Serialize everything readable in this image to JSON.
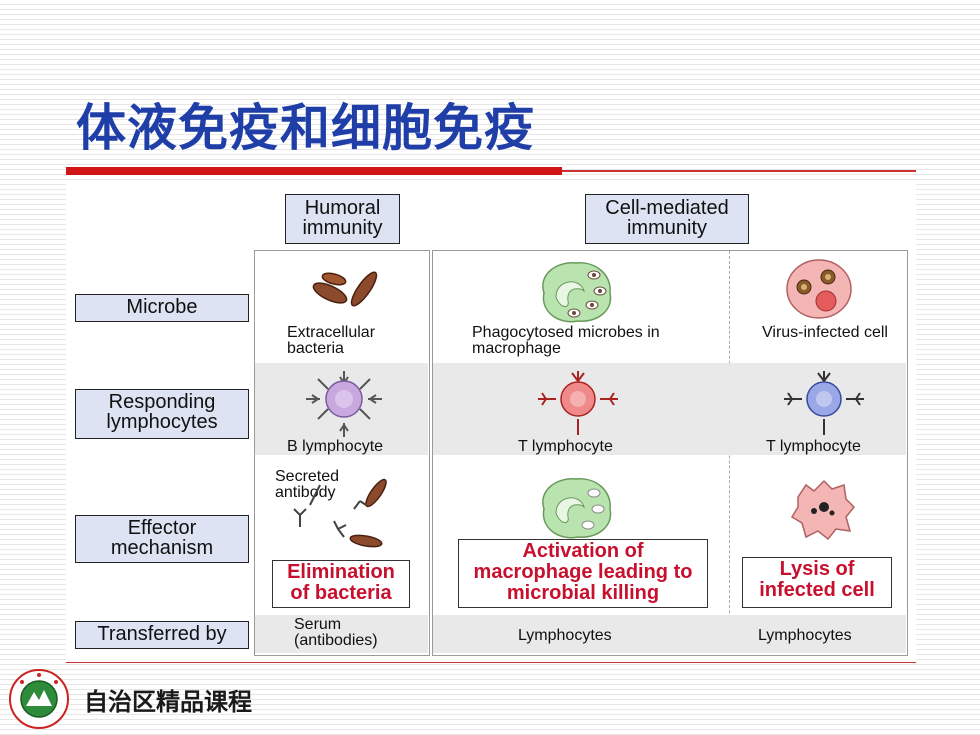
{
  "title": "体液免疫和细胞免疫",
  "footer": "自治区精品课程",
  "headers": {
    "humoral": "Humoral immunity",
    "cell_mediated": "Cell-mediated immunity"
  },
  "rows": {
    "microbe": "Microbe",
    "responding": "Responding lymphocytes",
    "effector": "Effector mechanism",
    "transferred": "Transferred by"
  },
  "captions": {
    "extracellular": "Extracellular bacteria",
    "phagocytosed": "Phagocytosed microbes in macrophage",
    "virus_infected": "Virus-infected cell",
    "b_lymph": "B lymphocyte",
    "t_lymph_1": "T lymphocyte",
    "t_lymph_2": "T lymphocyte",
    "secreted": "Secreted antibody",
    "serum": "Serum (antibodies)",
    "lymphocytes_1": "Lymphocytes",
    "lymphocytes_2": "Lymphocytes"
  },
  "effects": {
    "elimination": "Elimination of bacteria",
    "activation": "Activation of macrophage leading to microbial killing",
    "lysis": "Lysis of infected cell"
  },
  "colors": {
    "title": "#1f3ea8",
    "accent_red": "#d21616",
    "effect_text": "#c8102e",
    "label_fill": "#dde3f2"
  }
}
